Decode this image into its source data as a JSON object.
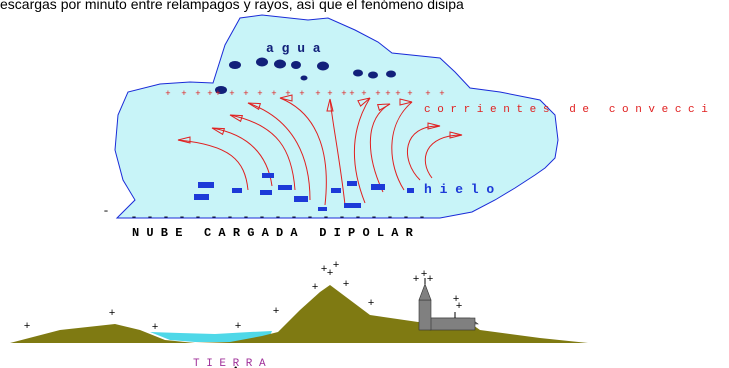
{
  "caption": "escargas por minuto entre relampagos y rayos, así que el fenómeno disipa",
  "labels": {
    "agua": "a g u a",
    "corrientes": "c o r r i e n t e s   d e   c o n v e c c i",
    "hielo": "h i e l o",
    "nube": "N U B E   C A R G A D A   D I P O L A R",
    "tierra": "T I E R R A"
  },
  "charges": {
    "positive_symbol": "+",
    "negative_symbol": "-"
  },
  "colors": {
    "cloud_fill": "#c8f4f8",
    "cloud_stroke": "#1a2bd8",
    "water_drops": "#12207a",
    "ice": "#1d3ad8",
    "currents": "#e02020",
    "ground": "#7f7a12",
    "lake": "#4fd8e8",
    "church": "#808080",
    "tierra_text": "#a0329a"
  }
}
